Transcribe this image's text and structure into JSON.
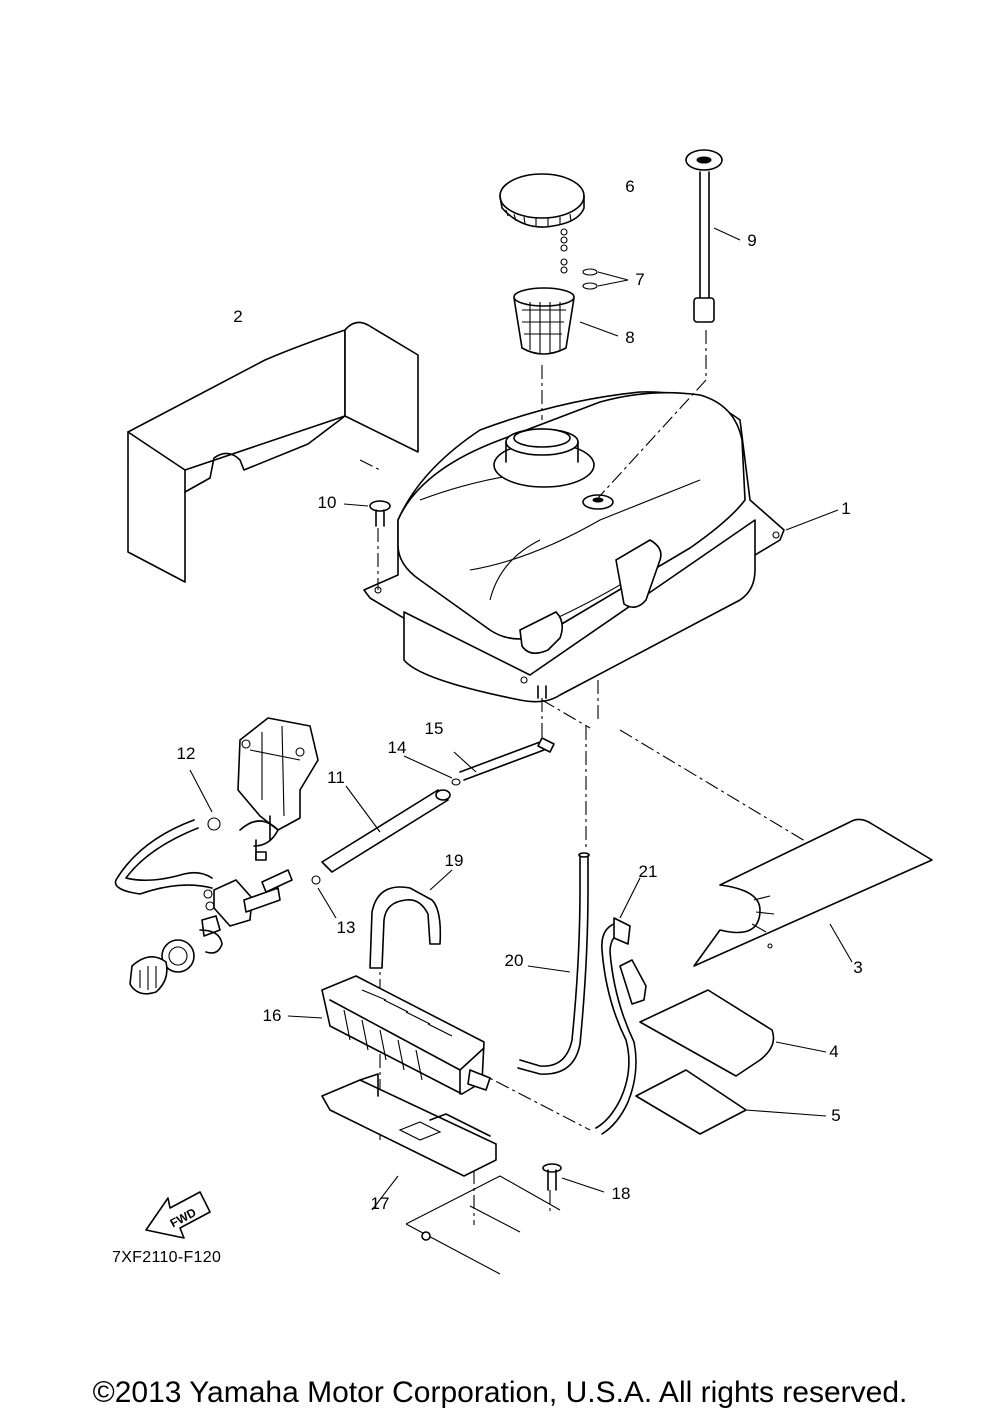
{
  "diagram": {
    "part_numbers": [
      "1",
      "2",
      "3",
      "4",
      "5",
      "6",
      "7",
      "8",
      "9",
      "10",
      "11",
      "12",
      "13",
      "14",
      "15",
      "16",
      "17",
      "18",
      "19",
      "20",
      "21"
    ],
    "direction_arrow_text": "FWD",
    "illustration_code": "7XF2110-F120"
  },
  "footer": {
    "copyright": "©2013 Yamaha Motor Corporation, U.S.A. All rights reserved."
  }
}
